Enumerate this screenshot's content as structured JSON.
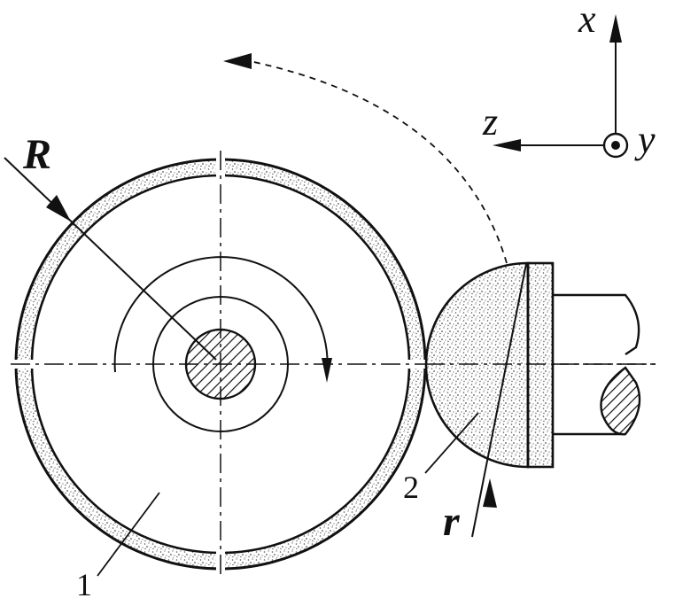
{
  "labels": {
    "wheel_radius": "R",
    "tool_radius": "r",
    "part_1": "1",
    "part_2": "2"
  },
  "axes": {
    "x": "x",
    "y": "y",
    "z": "z"
  },
  "colors": {
    "ink": "#111111",
    "background": "#ffffff",
    "grit": "#6a6a6a"
  }
}
